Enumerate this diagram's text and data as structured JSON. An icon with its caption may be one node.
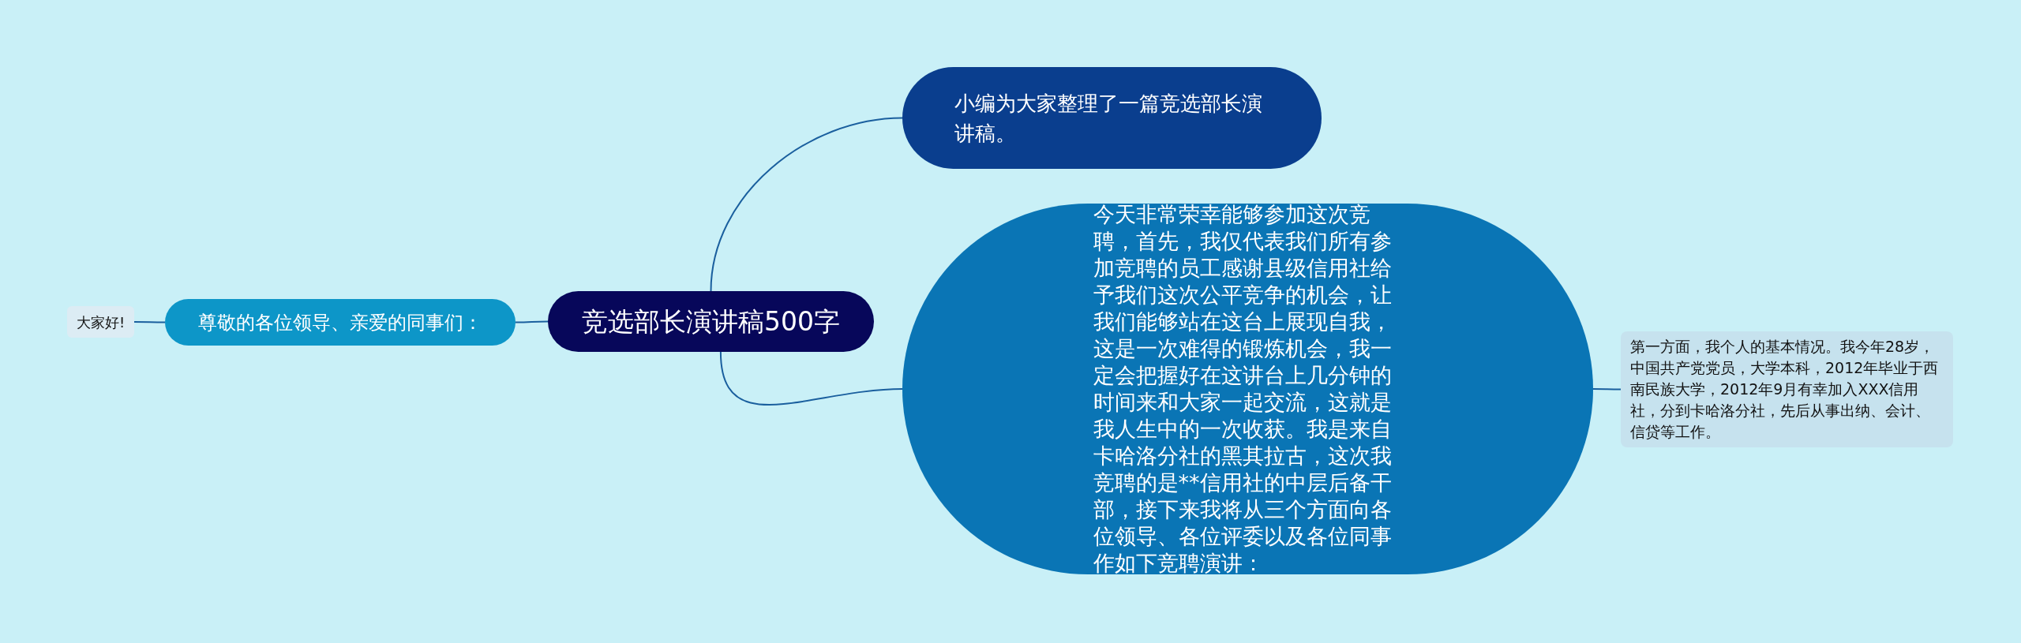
{
  "diagram": {
    "nodes": [
      {
        "text": [
          "竞选部长演讲稿500字"
        ]
      },
      {
        "text": [
          "小编为大家整理了一篇竞选部长演讲稿。"
        ]
      },
      {
        "text": [
          "今天非常荣幸能够参加这次竞聘，首先，我仅代表我们所有参加竞聘的员工感谢县级信用社给予我们这次公平竞争的机会，让我们能够站在这台上展现自我，这是一次难得的锻炼机会，我一定会把握好在这讲台上几分钟的时间来和大家一起交流，这就是我人生中的一次收获。我是来自卡哈洛分社的黑其拉古，这次我竞聘的是**信用社的中层后备干部，接下来我将从三个方面向各位领导、各位评委以及各位同事作如下竞聘演讲："
        ]
      },
      {
        "text": [
          "第一方面，我个人的基本情况。我今年28岁，中国共产党党员，大学本科，2012年毕业于西南民族大学，2012年9月有幸加入XXX信用社，分到卡哈洛分社，先后从事出纳、会计、信贷等工作。"
        ]
      },
      {
        "text": [
          "尊敬的各位领导、亲爱的同事们："
        ]
      },
      {
        "text": [
          "大家好!"
        ]
      }
    ],
    "edges": [
      {
        "from": 0,
        "to": 1,
        "arrow": "none"
      },
      {
        "from": 0,
        "to": 2,
        "arrow": "none"
      },
      {
        "from": 2,
        "to": 3,
        "arrow": "none"
      },
      {
        "from": 0,
        "to": 4,
        "arrow": "none"
      },
      {
        "from": 4,
        "to": 5,
        "arrow": "none"
      }
    ]
  }
}
